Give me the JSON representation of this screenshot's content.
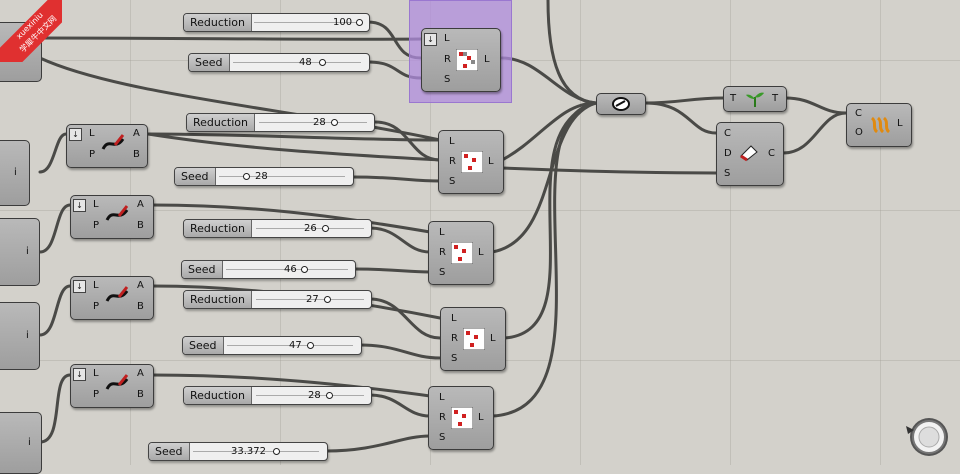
{
  "canvas": {
    "background": "#d3d1cb",
    "wire_color": "#4a4a47"
  },
  "watermark": {
    "line1": "xuexiniu",
    "line2": "学犀牛中文网"
  },
  "sliders": {
    "reduction_top": {
      "name": "Reduction",
      "value": "100"
    },
    "seed_top": {
      "name": "Seed",
      "value": "48"
    },
    "reduction_2": {
      "name": "Reduction",
      "value": "28"
    },
    "seed_2": {
      "name": "Seed",
      "value": "28"
    },
    "reduction_3": {
      "name": "Reduction",
      "value": "26"
    },
    "seed_3": {
      "name": "Seed",
      "value": "46"
    },
    "reduction_4": {
      "name": "Reduction",
      "value": "27"
    },
    "seed_4": {
      "name": "Seed",
      "value": "47"
    },
    "reduction_5": {
      "name": "Reduction",
      "value": "28"
    },
    "seed_5": {
      "name": "Seed",
      "value": "33.372"
    }
  },
  "ports": {
    "L": "L",
    "R": "R",
    "S": "S",
    "P": "P",
    "A": "A",
    "B": "B",
    "T": "T",
    "C": "C",
    "D": "D",
    "O": "O",
    "i": "i"
  },
  "colors": {
    "group_fill": "#b08cde",
    "watermark_red": "#e03030"
  }
}
